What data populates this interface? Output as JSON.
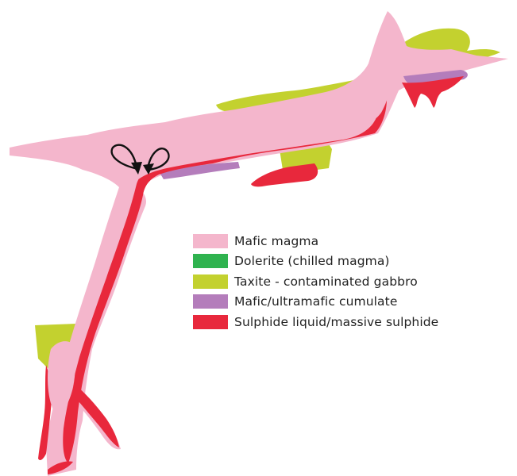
{
  "legend": [
    {
      "label": "Mafic magma",
      "color": "#f4b6cc"
    },
    {
      "label": "Dolerite (chilled magma)",
      "color": "#2fb34f"
    },
    {
      "label": "Taxite - contaminated gabbro",
      "color": "#c3d12f"
    },
    {
      "label": "Mafic/ultramafic cumulate",
      "color": "#b47dbb"
    },
    {
      "label": "Sulphide liquid/massive sulphide",
      "color": "#e8283c"
    }
  ],
  "colors": {
    "arrow": "#111111"
  }
}
